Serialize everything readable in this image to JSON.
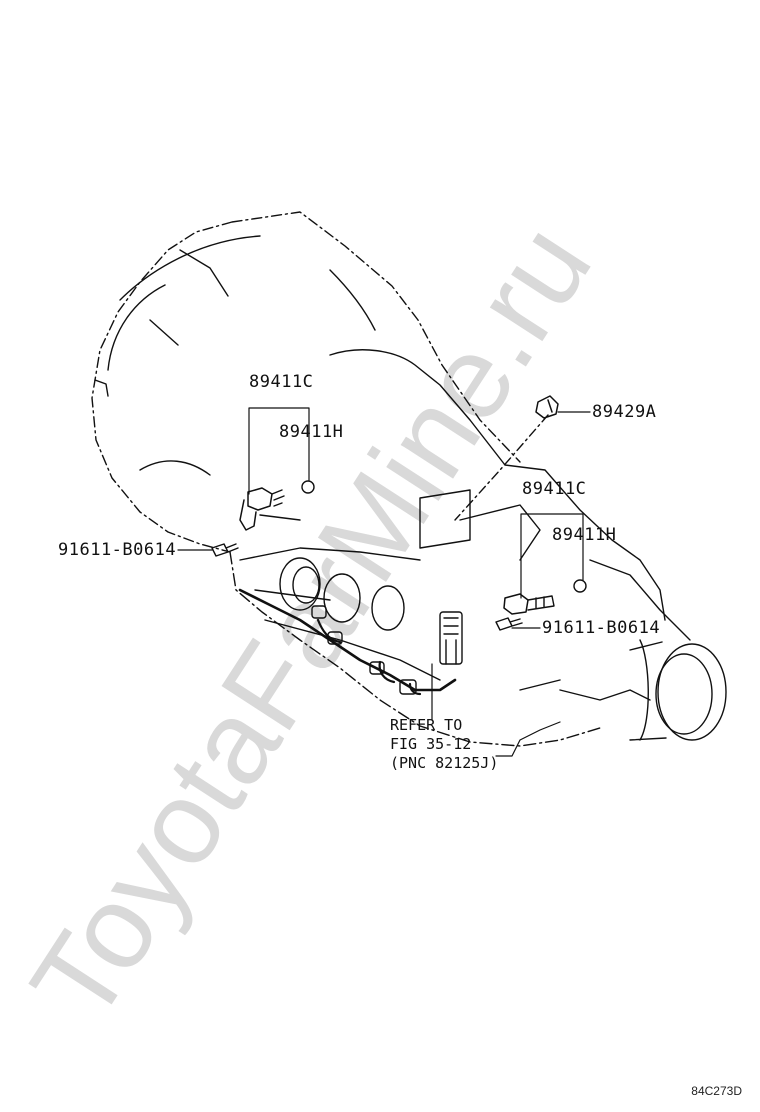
{
  "watermark": "ToyotaFarMine.ru",
  "callouts": {
    "left_sensor": "89411C",
    "left_oring": "89411H",
    "left_bolt": "91611-B0614",
    "top_switch": "89429A",
    "right_sensor": "89411C",
    "right_oring": "89411H",
    "right_bolt": "91611-B0614"
  },
  "reference_note": {
    "line1": "REFER TO",
    "line2": "FIG 35-12",
    "line3": "(PNC 82125J)"
  },
  "drawing_code": "84C273D",
  "colors": {
    "line": "#111111",
    "watermark": "#d9d9d9",
    "background": "#ffffff"
  }
}
